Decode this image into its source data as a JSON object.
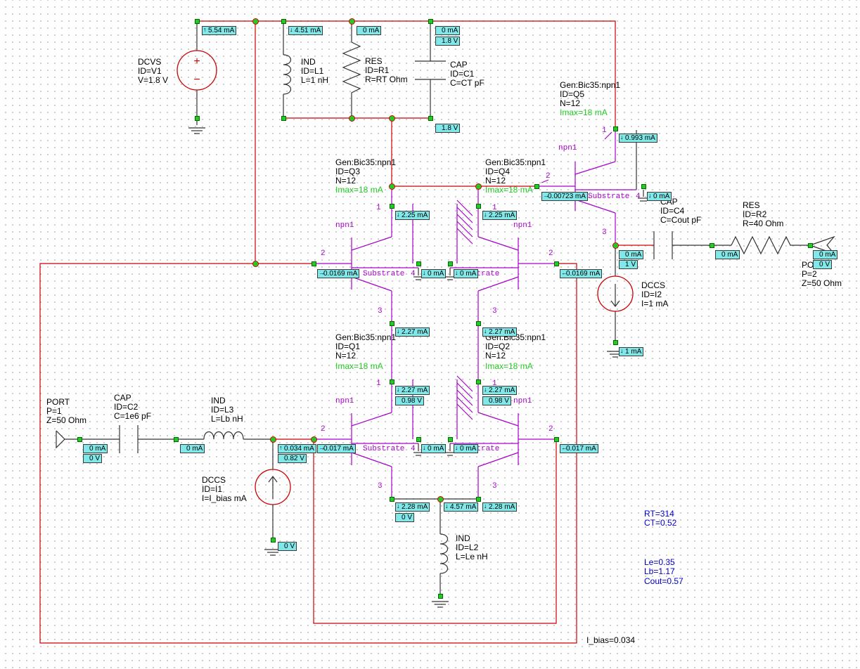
{
  "colors": {
    "wire": "#cc0000",
    "transistor": "#aa00cc",
    "measurement_bg": "#80e8e8",
    "node": "#22cc22",
    "imax": "#22cc22",
    "equations": "#0000cc"
  },
  "components": {
    "v1": {
      "type": "DCVS",
      "id": "ID=V1",
      "value": "V=1.8 V"
    },
    "l1": {
      "type": "IND",
      "id": "ID=L1",
      "value": "L=1 nH"
    },
    "r1": {
      "type": "RES",
      "id": "ID=R1",
      "value": "R=RT Ohm"
    },
    "c1": {
      "type": "CAP",
      "id": "ID=C1",
      "value": "C=CT pF"
    },
    "q5": {
      "type": "Gen:Bic35:npn1",
      "id": "ID=Q5",
      "n": "N=12",
      "imax": "Imax=18 mA"
    },
    "q3": {
      "type": "Gen:Bic35:npn1",
      "id": "ID=Q3",
      "n": "N=12",
      "imax": "Imax=18 mA"
    },
    "q4": {
      "type": "Gen:Bic35:npn1",
      "id": "ID=Q4",
      "n": "N=12",
      "imax": "Imax=18 mA"
    },
    "q1": {
      "type": "Gen:Bic35:npn1",
      "id": "ID=Q1",
      "n": "N=12",
      "imax": "Imax=18 mA"
    },
    "q2": {
      "type": "Gen:Bic35:npn1",
      "id": "ID=Q2",
      "n": "N=12",
      "imax": "Imax=18 mA"
    },
    "c4": {
      "type": "CAP",
      "id": "ID=C4",
      "value": "C=Cout pF"
    },
    "r2": {
      "type": "RES",
      "id": "ID=R2",
      "value": "R=40 Ohm"
    },
    "port2": {
      "type": "PO",
      "p": "P=2",
      "z": "Z=50 Ohm"
    },
    "i2": {
      "type": "DCCS",
      "id": "ID=I2",
      "value": "I=1 mA"
    },
    "port1": {
      "type": "PORT",
      "p": "P=1",
      "z": "Z=50 Ohm"
    },
    "c2": {
      "type": "CAP",
      "id": "ID=C2",
      "value": "C=1e6 pF"
    },
    "l3": {
      "type": "IND",
      "id": "ID=L3",
      "value": "L=Lb nH"
    },
    "i1": {
      "type": "DCCS",
      "id": "ID=I1",
      "value": "I=I_bias mA"
    },
    "l2": {
      "type": "IND",
      "id": "ID=L2",
      "value": "L=Le nH"
    }
  },
  "pin_labels": {
    "npn": "npn1",
    "substrate": "Substrate",
    "pin1": "1",
    "pin2": "2",
    "pin3": "3",
    "pin4": "4"
  },
  "measurements": {
    "m_v1": "5.54 mA",
    "m_l1": "4.51 mA",
    "m_r1": "0 mA",
    "m_c1": "0 mA",
    "m_c1v": "1.8 V",
    "m_node18": "1.8 V",
    "m_q5c": "0.993 mA",
    "m_q4b": "0.00723 mA",
    "m_q5s": "0 mA",
    "m_q3c": "2.25 mA",
    "m_q4c": "2.25 mA",
    "m_q3b": "0.0169 mA",
    "m_q3s": "0 mA",
    "m_q4s": "0 mA",
    "m_q4b2": "0.0169 mA",
    "m_outi": "0 mA",
    "m_outv": "1 V",
    "m_c4": "0 mA",
    "m_po": "0 mA",
    "m_pov": "0 V",
    "m_i2": "1 mA",
    "m_q3e": "2.27 mA",
    "m_q4e": "2.27 mA",
    "m_q1c": "2.27 mA",
    "m_q1cv": "0.98 V",
    "m_q2c": "2.27 mA",
    "m_q2cv": "0.98 V",
    "m_p1i": "0 mA",
    "m_p1v": "0 V",
    "m_c2": "0 mA",
    "m_l3": "0.034 mA",
    "m_q1b": "0.017 mA",
    "m_basev": "0.82 V",
    "m_q1s": "0 mA",
    "m_q2s": "0 mA",
    "m_q2b": "0.017 mA",
    "m_q1e": "2.28 mA",
    "m_l2": "4.57 mA",
    "m_q2e": "2.28 mA",
    "m_ev": "0 V",
    "m_i1": "0 V"
  },
  "equations": {
    "rt": "RT=314",
    "ct": "CT=0.52",
    "le": "Le=0.35",
    "lb": "Lb=1.17",
    "cout": "Cout=0.57",
    "ibias": "I_bias=0.034"
  }
}
